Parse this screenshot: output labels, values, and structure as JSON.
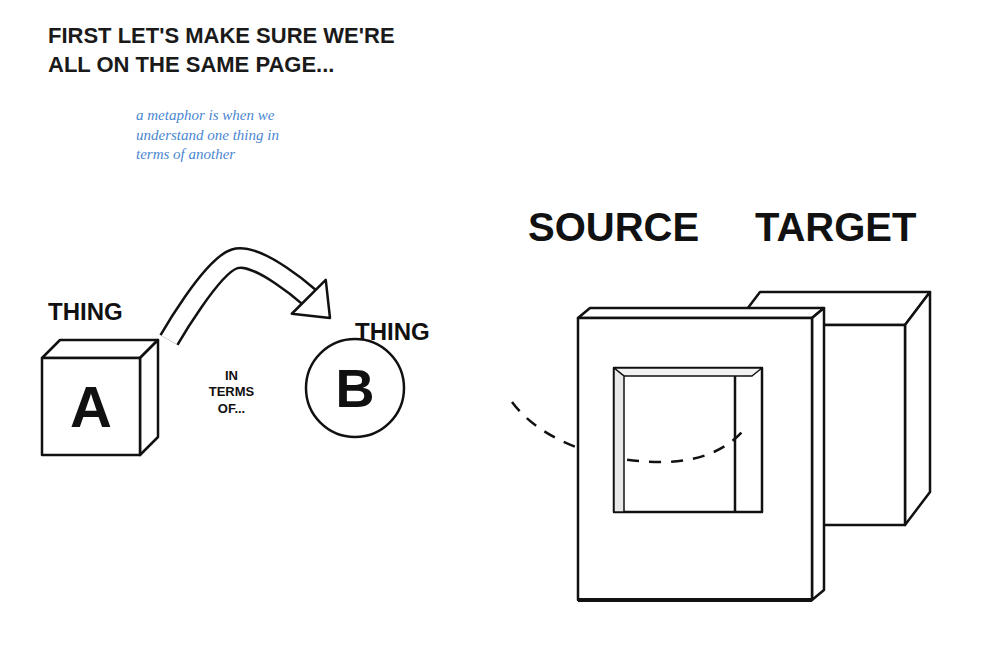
{
  "diagram": {
    "title": "FIRST LET'S MAKE SURE WE'RE ALL ON THE SAME PAGE...",
    "nodes": [
      {
        "text": [
          "THING",
          "A"
        ]
      },
      {
        "text": [
          "THING",
          "B"
        ]
      }
    ],
    "edges": [
      {
        "from": 0,
        "to": 1,
        "arrow": "to",
        "label": "IN TERMS OF..."
      }
    ],
    "labels": [
      "a metaphor is when we understand one thing in terms of another",
      "SOURCE",
      "TARGET"
    ]
  }
}
